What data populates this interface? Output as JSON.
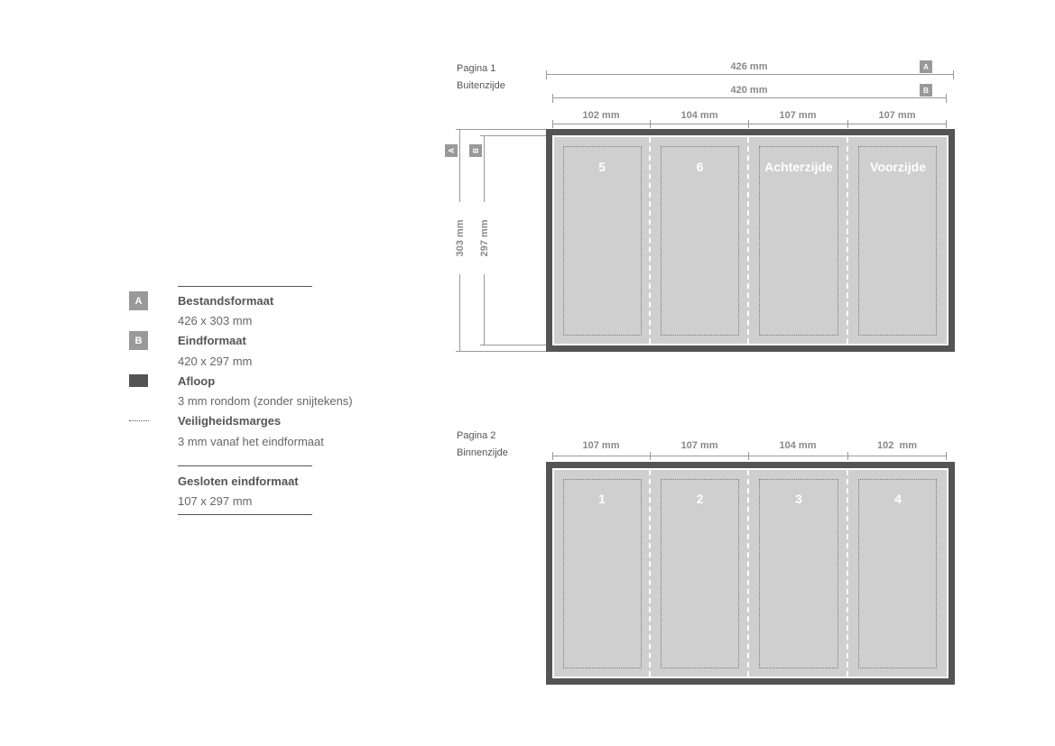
{
  "legend": {
    "items": [
      {
        "badge": "A",
        "title": "Bestandsformaat",
        "value": "426 x 303 mm"
      },
      {
        "badge": "B",
        "title": "Eindformaat",
        "value": "420 x 297 mm"
      },
      {
        "title": "Afloop",
        "value": "3 mm rondom (zonder snijtekens)"
      },
      {
        "title": "Veiligheidsmarges",
        "value": "3 mm vanaf het eindformaat"
      }
    ],
    "closed": {
      "title": "Gesloten eindformaat",
      "value": "107 x 297 mm"
    }
  },
  "page1": {
    "label_line1": "Pagina 1",
    "label_line2": "Buitenzijde",
    "width_a": "426 mm",
    "width_b": "420 mm",
    "badge_a": "A",
    "badge_b": "B",
    "height_a": "303 mm",
    "height_b": "297 mm",
    "panel_widths": [
      "102 mm",
      "104 mm",
      "107 mm",
      "107 mm"
    ],
    "panels": [
      "5",
      "6",
      "Achterzijde",
      "Voorzijde"
    ]
  },
  "page2": {
    "label_line1": "Pagina 2",
    "label_line2": "Binnenzijde",
    "panel_widths": [
      "107 mm",
      "107 mm",
      "104 mm",
      "102  mm"
    ],
    "panels": [
      "1",
      "2",
      "3",
      "4"
    ]
  },
  "colors": {
    "bleed": "#545454",
    "trim": "#cfcfcf",
    "badge": "#999999",
    "dimension_line": "#999999"
  }
}
